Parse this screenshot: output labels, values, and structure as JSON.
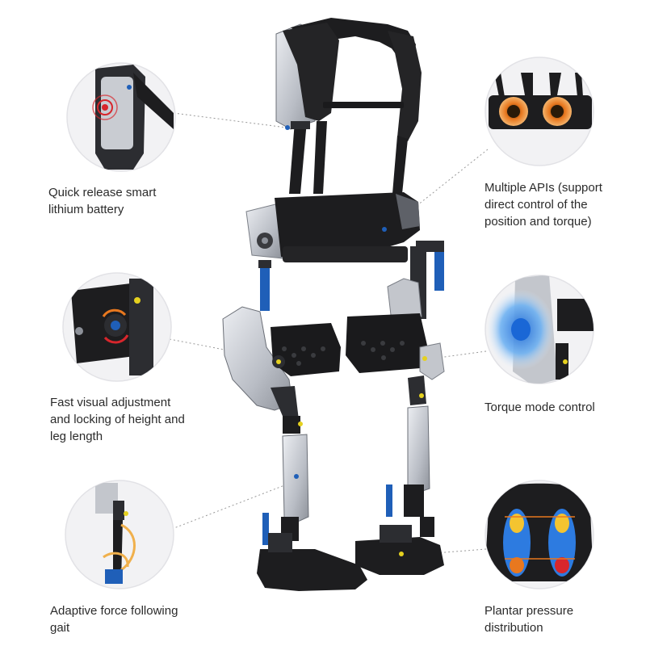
{
  "callouts": [
    {
      "label": "Quick release smart\nlithium battery"
    },
    {
      "label": "Multiple APIs (support\ndirect control of the\nposition and torque)"
    },
    {
      "label": "Fast visual adjustment\nand locking of height and\nleg length"
    },
    {
      "label": "Torque mode control"
    },
    {
      "label": "Adaptive force following\ngait"
    },
    {
      "label": "Plantar pressure\ndistribution"
    }
  ],
  "colors": {
    "frame_dark": "#1d1d1f",
    "frame_mid": "#3a3b3f",
    "silver": "#c9ccd2",
    "blue_accent": "#1f5fb8",
    "highlight_orange": "#e8781f",
    "highlight_red": "#d8262c",
    "pressure_blue": "#2d7be0",
    "leader_line": "#9a9a9a"
  }
}
